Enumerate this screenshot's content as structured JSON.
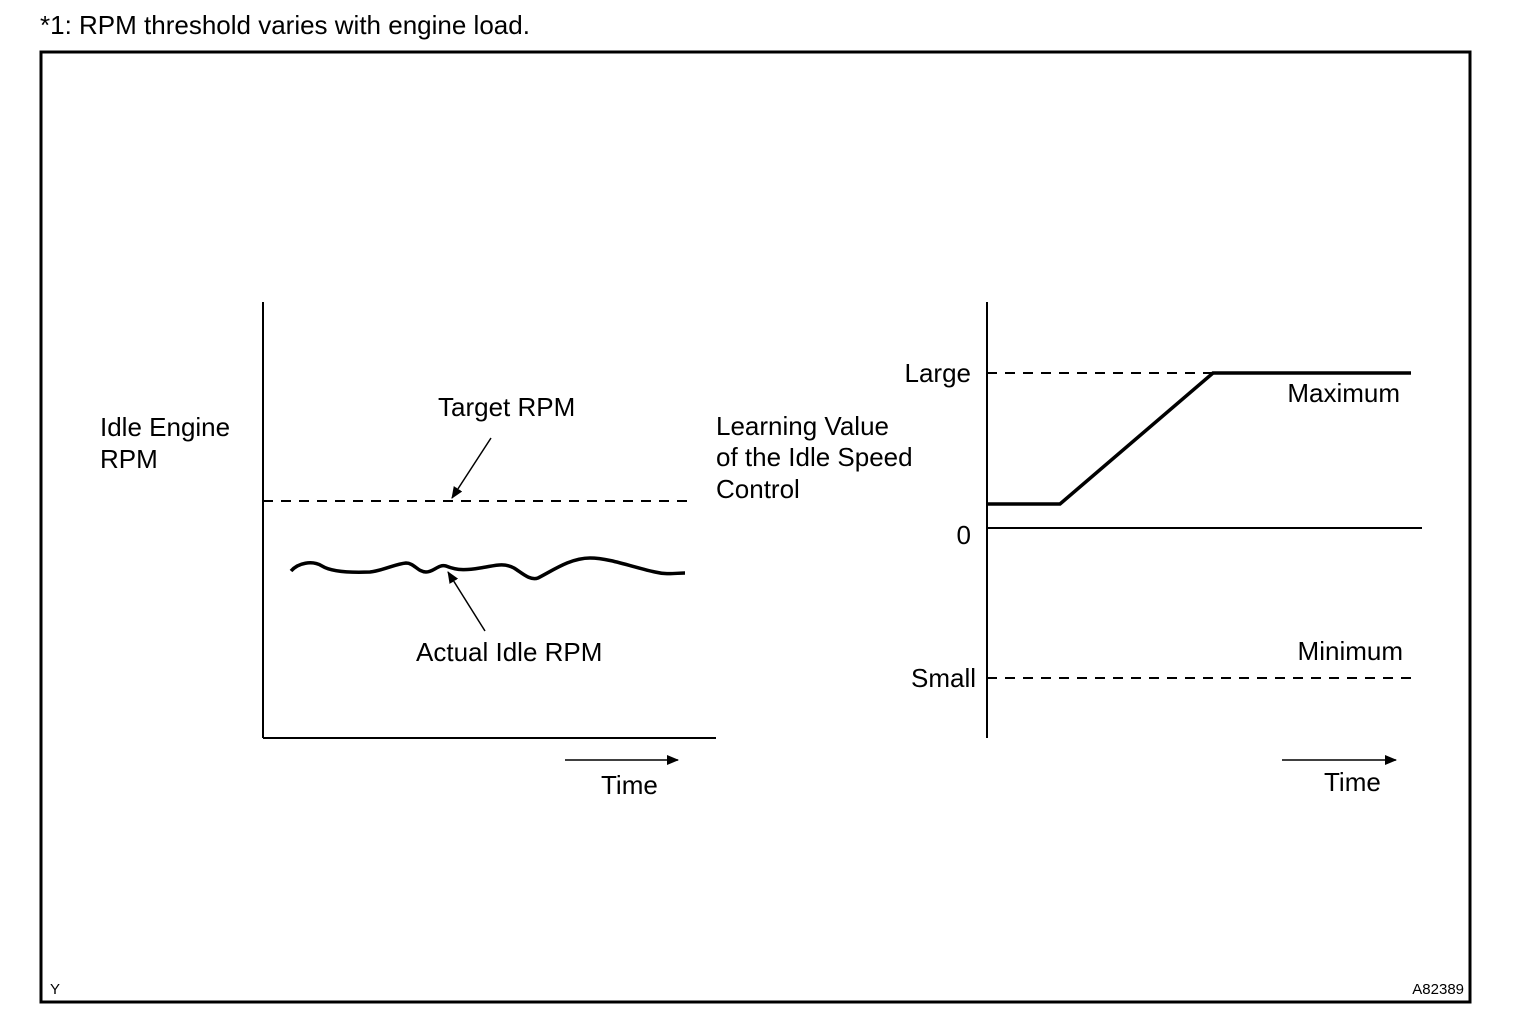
{
  "footnote": "*1: RPM threshold varies with engine load.",
  "left_panel": {
    "y_label_line1": "Idle Engine",
    "y_label_line2": "RPM",
    "target_label": "Target RPM",
    "actual_label": "Actual Idle RPM",
    "time_label": "Time"
  },
  "right_panel": {
    "y_label_line1": "Learning Value",
    "y_label_line2": "of the Idle Speed",
    "y_label_line3": "Control",
    "tick_large": "Large",
    "tick_zero": "0",
    "tick_small": "Small",
    "max_label": "Maximum",
    "min_label": "Minimum",
    "time_label": "Time"
  },
  "corner_left": "Y",
  "corner_right": "A82389"
}
